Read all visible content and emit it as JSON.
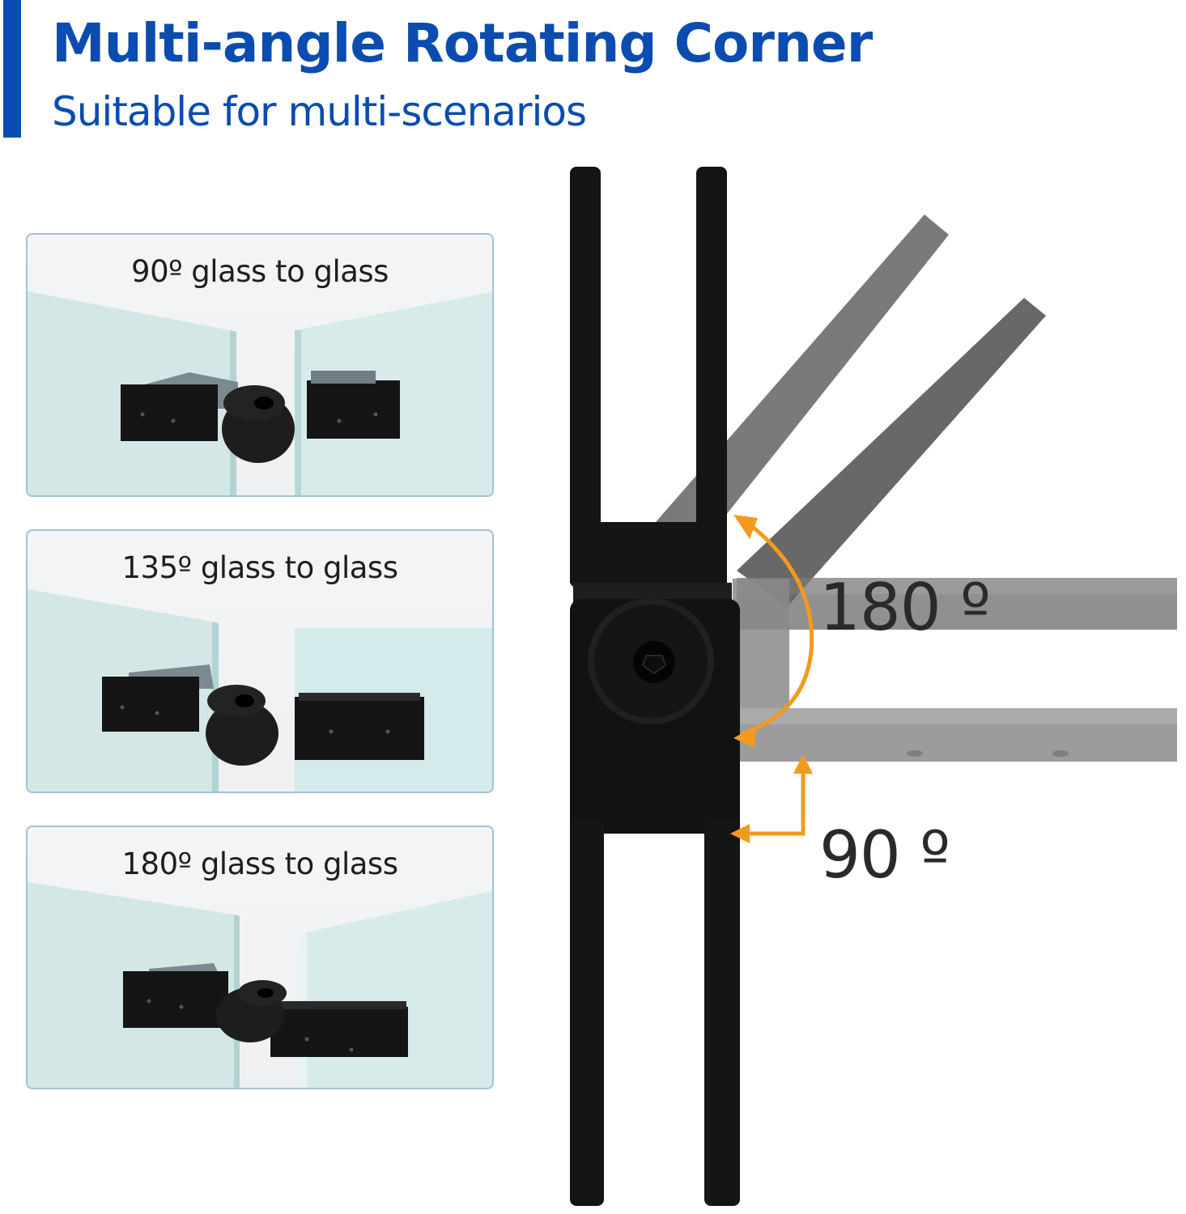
{
  "header": {
    "title": "Multi-angle Rotating Corner",
    "subtitle": "Suitable for multi-scenarios"
  },
  "scenarios": [
    {
      "label": "90º glass to glass",
      "angle": 90
    },
    {
      "label": "135º glass to glass",
      "angle": 135
    },
    {
      "label": "180º glass to glass",
      "angle": 180
    }
  ],
  "diagram": {
    "label_180": "180 º",
    "label_90": "90 º"
  },
  "colors": {
    "brand": "#0a4cb0",
    "arrow": "#f39a1e",
    "hardware": "#111111",
    "glass": "#cfe6e6",
    "angle_text": "#2a2a2a"
  }
}
